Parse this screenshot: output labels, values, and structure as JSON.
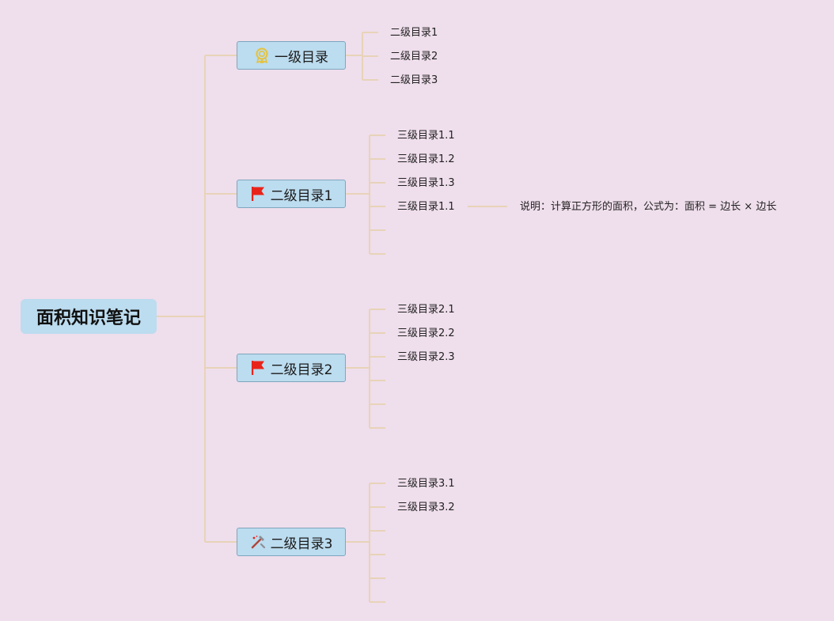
{
  "colors": {
    "background": "#efdeec",
    "node_fill": "#bcdcef",
    "connector": "#e8d3b8",
    "flag_red": "#e8231a",
    "badge_gold": "#e6c23a"
  },
  "root": {
    "label": "面积知识笔记"
  },
  "branches": [
    {
      "label": "一级目录",
      "icon": "badge-icon",
      "children": [
        "二级目录1",
        "二级目录2",
        "二级目录3"
      ]
    },
    {
      "label": "二级目录1",
      "icon": "red-flag-icon",
      "children": [
        "三级目录1.1",
        "三级目录1.2",
        "三级目录1.3",
        "三级目录1.1",
        "",
        ""
      ],
      "note": "说明：计算正方形的面积，公式为：面积 = 边长 × 边长"
    },
    {
      "label": "二级目录2",
      "icon": "red-flag-icon",
      "children": [
        "三级目录2.1",
        "三级目录2.2",
        "三级目录2.3",
        "",
        "",
        ""
      ]
    },
    {
      "label": "二级目录3",
      "icon": "tools-icon",
      "children": [
        "三级目录3.1",
        "三级目录3.2",
        "",
        "",
        "",
        ""
      ]
    }
  ]
}
